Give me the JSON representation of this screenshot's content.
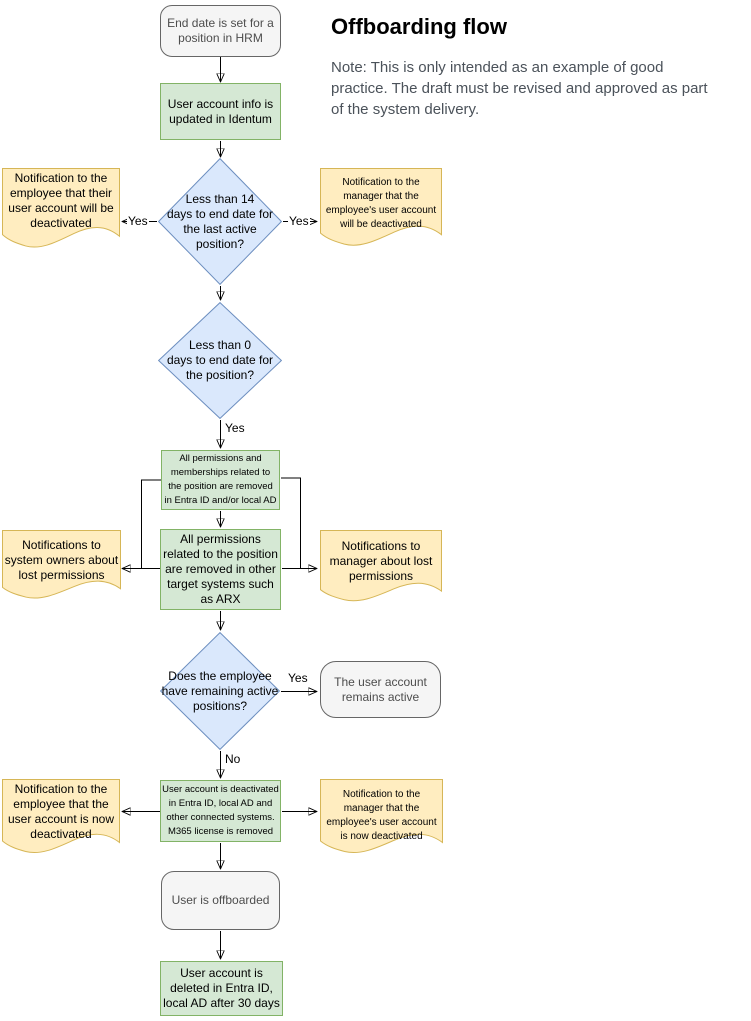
{
  "header": {
    "title": "Offboarding flow",
    "note_lines": [
      "Note: This is only intended as an example of good",
      "practice. The draft must be revised and approved as part",
      "of the system delivery."
    ]
  },
  "colors": {
    "green_fill": "#d5e8d4",
    "green_border": "#82b366",
    "blue_fill": "#dae8fc",
    "blue_border": "#6c8ebf",
    "yellow_fill": "#ffedc0",
    "yellow_border": "#d6b656",
    "terminator_fill": "#f5f5f5",
    "terminator_border": "#666666",
    "connector": "#000000",
    "note_text": "#4b525a"
  },
  "nodes": {
    "start": {
      "label": "End date is set for a\nposition in HRM"
    },
    "identum": {
      "label": "User account info is\nupdated in Identum"
    },
    "d14": {
      "label": "Less than 14\ndays to end date for\nthe last active\nposition?"
    },
    "notif_emp_will": {
      "label": "Notification to the\nemployee that their\nuser account will be\ndeactivated"
    },
    "notif_mgr_will": {
      "label": "Notification to the\nmanager that the\nemployee's user account\nwill be deactivated"
    },
    "d0": {
      "label": "Less than 0\ndays to end date for\nthe position?"
    },
    "perm_ad": {
      "label": "All permissions and\nmemberships related to\nthe position are removed\nin Entra ID and/or local AD"
    },
    "perm_other": {
      "label": "All permissions\nrelated to the position\nare removed in other\ntarget systems such\nas ARX"
    },
    "notif_owners": {
      "label": "Notifications to\nsystem owners about\nlost permissions"
    },
    "notif_mgr_lost": {
      "label": "Notifications to\nmanager about lost\npermissions"
    },
    "d_active": {
      "label": "Does the employee\nhave remaining active\npositions?"
    },
    "remains": {
      "label": "The user account\nremains active"
    },
    "deactivated": {
      "label": "User account is deactivated\nin Entra ID, local AD and\nother connected systems.\nM365 license is removed"
    },
    "notif_emp_now": {
      "label": "Notification to the\nemployee that the\nuser account is now\ndeactivated"
    },
    "notif_mgr_now": {
      "label": "Notification to the\nmanager that the\nemployee's user account\nis now deactivated"
    },
    "offboarded": {
      "label": "User is offboarded"
    },
    "deleted": {
      "label": "User account is\ndeleted in Entra ID,\nlocal AD after 30 days"
    }
  },
  "edge_labels": {
    "yes_14_left": "Yes",
    "yes_14_right": "Yes",
    "yes_0": "Yes",
    "yes_active": "Yes",
    "no_active": "No"
  }
}
